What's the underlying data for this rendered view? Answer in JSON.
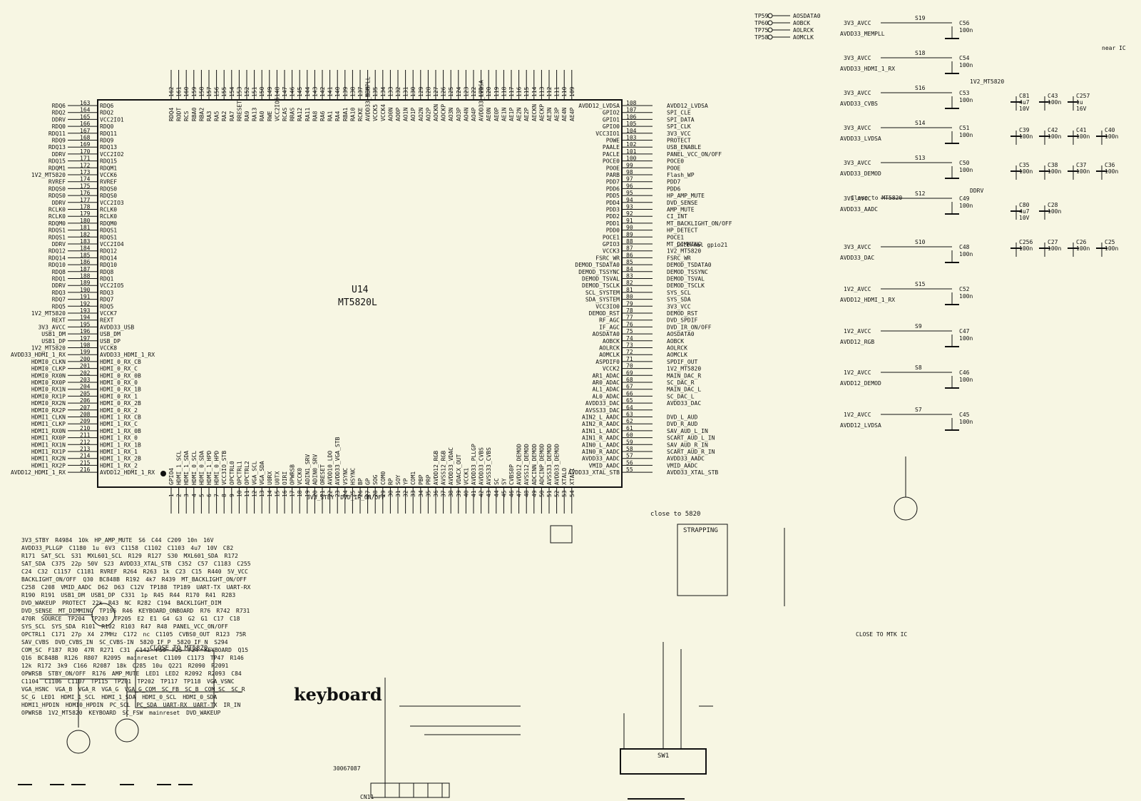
{
  "ic": {
    "ref": "U14",
    "part": "MT5820L"
  },
  "texts": {
    "keyboard": "keyboard",
    "close_mt5820": "CLOSE TO MT5820",
    "strapping": "STRAPPING",
    "close_to_5820": "close to 5820",
    "close_to_mtk": "CLOSE TO MTK IC",
    "close_to_mt5820_lc": "Close to MT5820",
    "internal_gpio": "internal gpio21",
    "near_ic": "near IC",
    "part_number": "30067087",
    "sw1": "SW1",
    "cn11": "CN11"
  },
  "left_pins": [
    [
      "163",
      "RDQ6"
    ],
    [
      "164",
      "RDQ2"
    ],
    [
      "165",
      "VCC2IO1"
    ],
    [
      "166",
      "RDQ0"
    ],
    [
      "167",
      "RDQ11"
    ],
    [
      "168",
      "RDQ9"
    ],
    [
      "169",
      "RDQ13"
    ],
    [
      "170",
      "VCC2IO2"
    ],
    [
      "171",
      "RDQ15"
    ],
    [
      "172",
      "RDQM1"
    ],
    [
      "173",
      "VCCK6"
    ],
    [
      "174",
      "RVREF"
    ],
    [
      "175",
      "RDQS0"
    ],
    [
      "176",
      "RDQS0"
    ],
    [
      "177",
      "VCC2IO3"
    ],
    [
      "178",
      "RCLK0"
    ],
    [
      "179",
      "RCLK0"
    ],
    [
      "180",
      "RDQM0"
    ],
    [
      "181",
      "RDQS1"
    ],
    [
      "182",
      "RDQS1"
    ],
    [
      "183",
      "VCC2IO4"
    ],
    [
      "184",
      "RDQ12"
    ],
    [
      "185",
      "RDQ14"
    ],
    [
      "186",
      "RDQ10"
    ],
    [
      "187",
      "RDQ8"
    ],
    [
      "188",
      "RDQ1"
    ],
    [
      "189",
      "VCC2IO5"
    ],
    [
      "190",
      "RDQ3"
    ],
    [
      "191",
      "RDQ7"
    ],
    [
      "192",
      "RDQ5"
    ],
    [
      "193",
      "VCCK7"
    ],
    [
      "194",
      "REXT"
    ],
    [
      "195",
      "AVDD33_USB"
    ],
    [
      "196",
      "USB_DM"
    ],
    [
      "197",
      "USB_DP"
    ],
    [
      "198",
      "VCCK8"
    ],
    [
      "199",
      "AVDD33_HDMI_1_RX"
    ],
    [
      "200",
      "HDMI_0_RX_CB"
    ],
    [
      "201",
      "HDMI_0_RX_C"
    ],
    [
      "202",
      "HDMI_0_RX_0B"
    ],
    [
      "203",
      "HDMI_0_RX_0"
    ],
    [
      "204",
      "HDMI_0_RX_1B"
    ],
    [
      "205",
      "HDMI_0_RX_1"
    ],
    [
      "206",
      "HDMI_0_RX_2B"
    ],
    [
      "207",
      "HDMI_0_RX_2"
    ],
    [
      "208",
      "HDMI_1_RX_CB"
    ],
    [
      "209",
      "HDMI_1_RX_C"
    ],
    [
      "210",
      "HDMI_1_RX_0B"
    ],
    [
      "211",
      "HDMI_1_RX_0"
    ],
    [
      "212",
      "HDMI_1_RX_1B"
    ],
    [
      "213",
      "HDMI_1_RX_1"
    ],
    [
      "214",
      "HDMI_1_RX_2B"
    ],
    [
      "215",
      "HDMI_1_RX_2"
    ],
    [
      "216",
      "AVDD12_HDMI_1_RX"
    ]
  ],
  "left_nets": [
    "RDQ6",
    "RDQ2",
    "DDRV",
    "RDQ0",
    "RDQ11",
    "RDQ9",
    "RDQ13",
    "DDRV",
    "RDQ15",
    "RDQM1",
    "1V2_MT5820",
    "RVREF",
    "RDQS0",
    "RDQS0",
    "DDRV",
    "RCLK0",
    "RCLK0",
    "RDQM0",
    "RDQS1",
    "RDQS1",
    "DDRV",
    "RDQ12",
    "RDQ14",
    "RDQ10",
    "RDQ8",
    "RDQ1",
    "DDRV",
    "RDQ3",
    "RDQ7",
    "RDQ5",
    "1V2_MT5820",
    "REXT",
    "3V3_AVCC",
    "USB1_DM",
    "USB1_DP",
    "1V2_MT5820",
    "AVDD33_HDMI_1_RX",
    "HDMI0_CLKN",
    "HDMI0_CLKP",
    "HDMI0_RX0N",
    "HDMI0_RX0P",
    "HDMI0_RX1N",
    "HDMI0_RX1P",
    "HDMI0_RX2N",
    "HDMI0_RX2P",
    "HDMI1_CLKN",
    "HDMI1_CLKP",
    "HDMI1_RX0N",
    "HDMI1_RX0P",
    "HDMI1_RX1N",
    "HDMI1_RX1P",
    "HDMI1_RX2N",
    "HDMI1_RX2P",
    "AVDD12_HDMI_1_RX"
  ],
  "right_pins": [
    [
      "108",
      "AVDD12_LVDSA"
    ],
    [
      "107",
      "GPIO2"
    ],
    [
      "106",
      "GPIO1"
    ],
    [
      "105",
      "GPIO0"
    ],
    [
      "104",
      "VCC3IO1"
    ],
    [
      "103",
      "POWE"
    ],
    [
      "102",
      "PAALE"
    ],
    [
      "101",
      "PACLE"
    ],
    [
      "100",
      "POCE0"
    ],
    [
      "99",
      "POOE"
    ],
    [
      "98",
      "PARB"
    ],
    [
      "97",
      "PDD7"
    ],
    [
      "96",
      "PDD6"
    ],
    [
      "95",
      "PDD5"
    ],
    [
      "94",
      "PDD4"
    ],
    [
      "93",
      "PDD3"
    ],
    [
      "92",
      "PDD2"
    ],
    [
      "91",
      "PDD1"
    ],
    [
      "90",
      "PDD0"
    ],
    [
      "89",
      "POCE1"
    ],
    [
      "88",
      "GPIO3"
    ],
    [
      "87",
      "VCCK3"
    ],
    [
      "86",
      "FSRC_WR"
    ],
    [
      "85",
      "DEMOD_TSDATA0"
    ],
    [
      "84",
      "DEMOD_TSSYNC"
    ],
    [
      "83",
      "DEMOD_TSVAL"
    ],
    [
      "82",
      "DEMOD_TSCLK"
    ],
    [
      "81",
      "SCL_SYSTEM"
    ],
    [
      "80",
      "SDA_SYSTEM"
    ],
    [
      "79",
      "VCC3IO0"
    ],
    [
      "78",
      "DEMOD_RST"
    ],
    [
      "77",
      "RF_AGC"
    ],
    [
      "76",
      "IF_AGC"
    ],
    [
      "75",
      "AOSDATA0"
    ],
    [
      "74",
      "AOBCK"
    ],
    [
      "73",
      "AOLRCK"
    ],
    [
      "72",
      "AOMCLK"
    ],
    [
      "71",
      "ASPDIF0"
    ],
    [
      "70",
      "VCCK2"
    ],
    [
      "69",
      "AR1_ADAC"
    ],
    [
      "68",
      "AR0_ADAC"
    ],
    [
      "67",
      "AL1_ADAC"
    ],
    [
      "66",
      "AL0_ADAC"
    ],
    [
      "65",
      "AVDD33_DAC"
    ],
    [
      "64",
      "AVSS33_DAC"
    ],
    [
      "63",
      "AIN2_L_AADC"
    ],
    [
      "62",
      "AIN2_R_AADC"
    ],
    [
      "61",
      "AIN1_L_AADC"
    ],
    [
      "60",
      "AIN1_R_AADC"
    ],
    [
      "59",
      "AIN0_L_AADC"
    ],
    [
      "58",
      "AIN0_R_AADC"
    ],
    [
      "57",
      "AVDD33_AADC"
    ],
    [
      "56",
      "VMID_AADC"
    ],
    [
      "55",
      "AVDD33_XTAL_STB"
    ]
  ],
  "right_nets": [
    "AVDD12_LVDSA",
    "SPI_CLE",
    "SPI_DATA",
    "SPI_CLK",
    "3V3_VCC",
    "PROTECT",
    "USB_ENABLE",
    "PANEL_VCC_ON/OFF",
    "POCE0",
    "POOE",
    "Flash_WP",
    "PDD7",
    "PDD6",
    "HP_AMP_MUTE",
    "DVD_SENSE",
    "AMP_MUTE",
    "CI_INT",
    "MT_BACKLIGHT_ON/OFF",
    "HP_DETECT",
    "POCE1",
    "MT_DIMMING",
    "1V2_MT5820",
    "FSRC_WR",
    "DEMOD_TSDATA0",
    "DEMOD_TSSYNC",
    "DEMOD_TSVAL",
    "DEMOD_TSCLK",
    "SYS_SCL",
    "SYS_SDA",
    "3V3_VCC",
    "DEMOD_RST",
    "DVD_SPDIF",
    "DVD_IR_ON/OFF",
    "AOSDATA0",
    "AOBCK",
    "AOLRCK",
    "AOMCLK",
    "SPDIF_OUT",
    "1V2_MT5820",
    "MAIN_DAC_R",
    "SC_DAC_R",
    "MAIN_DAC_L",
    "SC_DAC_L",
    "AVDD33_DAC",
    "",
    "DVD_L_AUD",
    "DVD_R_AUD",
    "SAV_AUD_L_IN",
    "SCART_AUD_L_IN",
    "SAV_AUD_R_IN",
    "SCART_AUD_R_IN",
    "AVDD33_AADC",
    "VMID_AADC",
    "AVDD33_XTAL_STB"
  ],
  "top_pins": [
    [
      "162",
      "RDQ4"
    ],
    [
      "161",
      "RODT"
    ],
    [
      "160",
      "RCS"
    ],
    [
      "159",
      "RBA0"
    ],
    [
      "158",
      "RBA2"
    ],
    [
      "157",
      "RA3"
    ],
    [
      "156",
      "RA5"
    ],
    [
      "155",
      "RA2"
    ],
    [
      "154",
      "RA7"
    ],
    [
      "153",
      "RRESET"
    ],
    [
      "152",
      "RA9"
    ],
    [
      "151",
      "RA13"
    ],
    [
      "150",
      "RA0"
    ],
    [
      "149",
      "RWE"
    ],
    [
      "148",
      "VCC2IO6"
    ],
    [
      "147",
      "RCAS"
    ],
    [
      "146",
      "RRAS"
    ],
    [
      "145",
      "RA12"
    ],
    [
      "144",
      "RA11"
    ],
    [
      "143",
      "RA8"
    ],
    [
      "142",
      "RA6"
    ],
    [
      "141",
      "RA1"
    ],
    [
      "140",
      "RA4"
    ],
    [
      "139",
      "RBA1"
    ],
    [
      "138",
      "RA10"
    ],
    [
      "137",
      "RCKE"
    ],
    [
      "136",
      "AVDD33_MEMPLL"
    ],
    [
      "135",
      "VCCK5"
    ],
    [
      "134",
      "VCCK4"
    ],
    [
      "133",
      "AO0N"
    ],
    [
      "132",
      "AO0P"
    ],
    [
      "131",
      "AO1N"
    ],
    [
      "130",
      "AO1P"
    ],
    [
      "129",
      "AO2N"
    ],
    [
      "128",
      "AO2P"
    ],
    [
      "127",
      "AOCKN"
    ],
    [
      "126",
      "AOCKP"
    ],
    [
      "125",
      "AO3N"
    ],
    [
      "124",
      "AO3P"
    ],
    [
      "123",
      "AO4N"
    ],
    [
      "122",
      "AO4P"
    ],
    [
      "121",
      "AVDD33_LVDSA"
    ],
    [
      "120",
      "AE0N"
    ],
    [
      "119",
      "AE0P"
    ],
    [
      "118",
      "AE1N"
    ],
    [
      "117",
      "AE1P"
    ],
    [
      "116",
      "AE2N"
    ],
    [
      "115",
      "AE2P"
    ],
    [
      "114",
      "AECKN"
    ],
    [
      "113",
      "AECKP"
    ],
    [
      "112",
      "AE3N"
    ],
    [
      "111",
      "AE3P"
    ],
    [
      "110",
      "AE4N"
    ],
    [
      "109",
      "AE4P"
    ]
  ],
  "bottom_pins": [
    [
      "1",
      "GPIO4"
    ],
    [
      "2",
      "HDMI_1_SCL"
    ],
    [
      "3",
      "HDMI_1_SDA"
    ],
    [
      "4",
      "HDMI_0_SCL"
    ],
    [
      "5",
      "HDMI_0_SDA"
    ],
    [
      "6",
      "HDMI_1_HPD"
    ],
    [
      "7",
      "HDMI_0_HPD"
    ],
    [
      "8",
      "VCC3IO_STB"
    ],
    [
      "9",
      "OPCTRL0"
    ],
    [
      "10",
      "OPCTRL1"
    ],
    [
      "11",
      "OPCTRL2"
    ],
    [
      "12",
      "VGA_SCL"
    ],
    [
      "13",
      "VGA_SDA"
    ],
    [
      "14",
      "U0RX"
    ],
    [
      "15",
      "U0TX"
    ],
    [
      "16",
      "OIRI"
    ],
    [
      "17",
      "OPWRSB"
    ],
    [
      "18",
      "VCCK0"
    ],
    [
      "19",
      "ADIN1_SRV"
    ],
    [
      "20",
      "ADIN0_SRV"
    ],
    [
      "21",
      "ORESET"
    ],
    [
      "22",
      "AVDD10_LDO"
    ],
    [
      "23",
      "AVDD33_VGA_STB"
    ],
    [
      "24",
      "VSYNC"
    ],
    [
      "25",
      "HSYNC"
    ],
    [
      "26",
      "BP"
    ],
    [
      "27",
      "GP"
    ],
    [
      "28",
      "SOG"
    ],
    [
      "29",
      "COM0"
    ],
    [
      "30",
      "RP"
    ],
    [
      "31",
      "SOY"
    ],
    [
      "32",
      "YP"
    ],
    [
      "33",
      "COM1"
    ],
    [
      "34",
      "PBP"
    ],
    [
      "35",
      "PRP"
    ],
    [
      "36",
      "AVDD12_RGB"
    ],
    [
      "37",
      "AVSS12_RGB"
    ],
    [
      "38",
      "AVDD33_VDAC"
    ],
    [
      "39",
      "VDACX_OUT"
    ],
    [
      "40",
      "VCCK1"
    ],
    [
      "41",
      "AVDD33_PLLGP"
    ],
    [
      "42",
      "AVDD33_CVBS"
    ],
    [
      "43",
      "AVSS33_CVBS"
    ],
    [
      "44",
      "SC"
    ],
    [
      "45",
      "SY"
    ],
    [
      "46",
      "CVBS0P"
    ],
    [
      "47",
      "AVDD12_DEMOD"
    ],
    [
      "48",
      "AVSS12_DEMOD"
    ],
    [
      "49",
      "ADCINN_DEMOD"
    ],
    [
      "50",
      "ADCINP_DEMOD"
    ],
    [
      "51",
      "AVSS33_DEMOD"
    ],
    [
      "52",
      "AVDD33_DEMOD"
    ],
    [
      "53",
      "XTALO"
    ],
    [
      "54",
      "XTALI"
    ]
  ],
  "top_right_tp": [
    [
      "TP59",
      "AOSDATA0"
    ],
    [
      "TP60",
      "AOBCK"
    ],
    [
      "TP75",
      "AOLRCK"
    ],
    [
      "TP58",
      "AOMCLK"
    ]
  ],
  "power_straps": [
    {
      "src": "3V3_AVCC",
      "sw": "S19",
      "net": "AVDD33_MEMPLL",
      "cap": "C56",
      "val": "100n"
    },
    {
      "src": "3V3_AVCC",
      "sw": "S18",
      "net": "AVDD33_HDMI_1_RX",
      "cap": "C54",
      "val": "100n"
    },
    {
      "src": "3V3_AVCC",
      "sw": "S16",
      "net": "AVDD33_CVBS",
      "cap": "C53",
      "val": "100n"
    },
    {
      "src": "3V3_AVCC",
      "sw": "S14",
      "net": "AVDD33_LVDSA",
      "cap": "C51",
      "val": "100n"
    },
    {
      "src": "3V3_AVCC",
      "sw": "S13",
      "net": "AVDD33_DEMOD",
      "cap": "C50",
      "val": "100n"
    },
    {
      "src": "3V3_AVCC",
      "sw": "S12",
      "net": "AVDD33_AADC",
      "cap": "C49",
      "val": "100n"
    },
    {
      "src": "3V3_AVCC",
      "sw": "S10",
      "net": "AVDD33_DAC",
      "cap": "C48",
      "val": "100n"
    },
    {
      "src": "1V2_AVCC",
      "sw": "S15",
      "net": "AVDD12_HDMI_1_RX",
      "cap": "C52",
      "val": "100n"
    },
    {
      "src": "1V2_AVCC",
      "sw": "S9",
      "net": "AVDD12_RGB",
      "cap": "C47",
      "val": "100n"
    },
    {
      "src": "1V2_AVCC",
      "sw": "S8",
      "net": "AVDD12_DEMOD",
      "cap": "C46",
      "val": "100n"
    },
    {
      "src": "1V2_AVCC",
      "sw": "S7",
      "net": "AVDD12_LVDSA",
      "cap": "C45",
      "val": "100n"
    }
  ],
  "cap_grid": [
    {
      "rows": [
        [
          "C81",
          "4u7",
          "10V"
        ],
        [
          "C43",
          "100n",
          ""
        ],
        [
          "C257",
          "1u",
          "16V"
        ]
      ],
      "net": "1V2_MT5820"
    },
    {
      "rows": [
        [
          "C39",
          "100n",
          ""
        ],
        [
          "C42",
          "100n",
          ""
        ],
        [
          "C41",
          "100n",
          ""
        ],
        [
          "C40",
          "100n",
          ""
        ]
      ],
      "net": ""
    },
    {
      "rows": [
        [
          "C35",
          "100n",
          ""
        ],
        [
          "C38",
          "100n",
          ""
        ],
        [
          "C37",
          "100n",
          ""
        ],
        [
          "C36",
          "100n",
          ""
        ]
      ],
      "net": ""
    },
    {
      "rows": [
        [
          "C80",
          "4u7",
          "10V"
        ],
        [
          "C28",
          "100n",
          ""
        ]
      ],
      "net": "DDRV"
    },
    {
      "rows": [
        [
          "C256",
          "100n",
          ""
        ],
        [
          "C27",
          "100n",
          ""
        ],
        [
          "C26",
          "100n",
          ""
        ],
        [
          "C25",
          "100n",
          ""
        ]
      ],
      "net": ""
    }
  ],
  "misc_labels": [
    "3V3_STBY",
    "R4984",
    "10k",
    "HP_AMP_MUTE",
    "S6",
    "C44",
    "C209",
    "10n",
    "16V",
    "AVDD33_PLLGP",
    "C1180",
    "1u",
    "6V3",
    "C1158",
    "C1102",
    "C1103",
    "4u7",
    "10V",
    "C82",
    "R171",
    "SAT_SCL",
    "S31",
    "MXL601_SCL",
    "R129",
    "R127",
    "S30",
    "MXL601_SDA",
    "R172",
    "SAT_SDA",
    "C375",
    "22p",
    "50V",
    "S23",
    "AVDD33_XTAL_STB",
    "C352",
    "C57",
    "C1183",
    "C255",
    "C24",
    "C32",
    "C1157",
    "C1181",
    "RVREF",
    "R264",
    "R263",
    "1k",
    "C23",
    "C15",
    "R440",
    "5V_VCC",
    "BACKLIGHT_ON/OFF",
    "Q30",
    "BC848B",
    "R192",
    "4k7",
    "R439",
    "MT_BACKLIGHT_ON/OFF",
    "C258",
    "C208",
    "VMID_AADC",
    "D62",
    "D63",
    "C12V",
    "TP188",
    "TP189",
    "UART-TX",
    "UART-RX",
    "R190",
    "R191",
    "USB1_DM",
    "USB1_DP",
    "C331",
    "1p",
    "R45",
    "R44",
    "R170",
    "R41",
    "R283",
    "DVD_WAKEUP",
    "PROTECT",
    "22k",
    "R43",
    "NC",
    "R282",
    "C194",
    "BACKLIGHT_DIM",
    "DVD_SENSE",
    "MT_DIMMING",
    "TP196",
    "R46",
    "KEYBOARD_ONBOARD",
    "R76",
    "R742",
    "R731",
    "470R",
    "SOURCE",
    "TP204",
    "TP203",
    "TP205",
    "E2",
    "E1",
    "G4",
    "G3",
    "G2",
    "G1",
    "C17",
    "C18",
    "SYS_SCL",
    "SYS_SDA",
    "R101",
    "R102",
    "R103",
    "R47",
    "R48",
    "PANEL_VCC_ON/OFF",
    "OPCTRL1",
    "C171",
    "27p",
    "X4",
    "27MHz",
    "C172",
    "nc",
    "C1105",
    "CVBS0_OUT",
    "R123",
    "75R",
    "SAV_CVBS",
    "DVD_CVBS_IN",
    "SC_CVBS-IN",
    "5820_IF_P",
    "5820_IF_N",
    "S294",
    "COM_SC",
    "F187",
    "R30",
    "47R",
    "R271",
    "C31",
    "C142",
    "F59",
    "F25",
    "F24",
    "KEYBOARD",
    "Q15",
    "Q16",
    "BC848B",
    "R126",
    "R807",
    "R2095",
    "mainreset",
    "C1109",
    "C1173",
    "TP47",
    "R146",
    "12k",
    "R172",
    "3k9",
    "C166",
    "R2087",
    "18k",
    "C285",
    "10u",
    "Q221",
    "R2090",
    "R2091",
    "OPWRSB",
    "STBY_ON/OFF",
    "R176",
    "AMP_MUTE",
    "LED1",
    "LED2",
    "R2092",
    "R2093",
    "C84",
    "C1104",
    "C1106",
    "C1107",
    "TP115",
    "TP201",
    "TP202",
    "TP117",
    "TP118",
    "VGA_VSNC",
    "VGA_HSNC",
    "VGA_B",
    "VGA_R",
    "VGA_G",
    "VGA_G_COM",
    "SC_FB",
    "SC_B",
    "COM_SC",
    "SC_R",
    "SC_G",
    "LED1",
    "HDMI_1_SCL",
    "HDMI_1_SDA",
    "HDMI_0_SCL",
    "HDMI_0_SDA",
    "HDMI1_HPDIN",
    "HDMI0_HPDIN",
    "PC_SCL",
    "PC_SDA",
    "UART-RX",
    "UART-TX",
    "IR_IN",
    "OPWRSB",
    "1V2_MT5820",
    "KEYBOARD",
    "SC_FSW",
    "mainreset",
    "DVD_WAKEUP",
    "3V3_STBY",
    "DVD_IR_ON/OFF"
  ],
  "colors": {
    "bg": "#f7f6e3",
    "ink": "#111111"
  }
}
